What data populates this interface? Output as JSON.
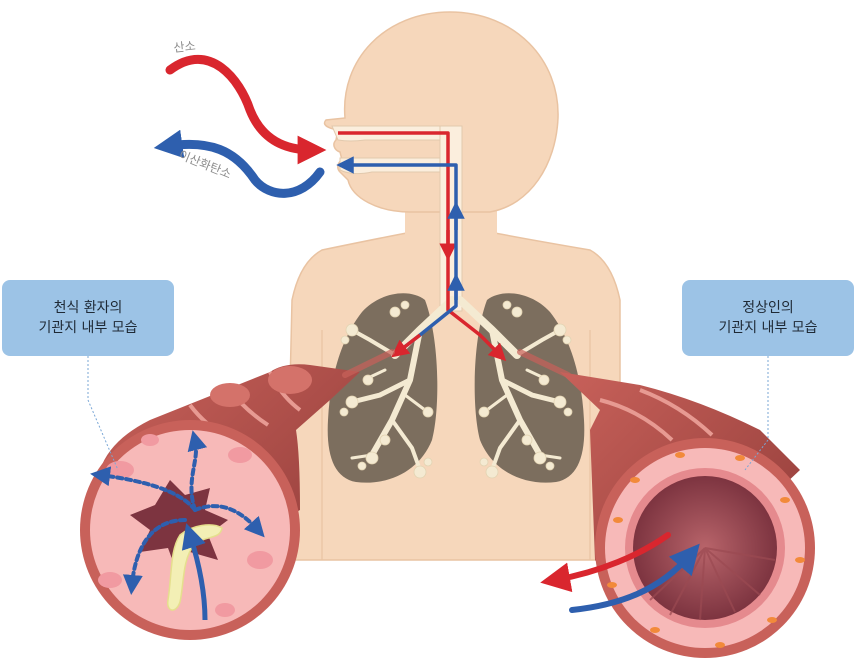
{
  "labels": {
    "oxygen": "산소",
    "carbon_dioxide": "이산화탄소",
    "asthma_line1": "천식 환자의",
    "asthma_line2": "기관지 내부 모습",
    "normal_line1": "정상인의",
    "normal_line2": "기관지 내부 모습"
  },
  "colors": {
    "skin": "#f6d7bb",
    "skin_outline": "#e9c3a2",
    "airway": "#fbeedd",
    "oxygen": "#d9262e",
    "carbon_dioxide": "#2e5fae",
    "lung": "#7c6e5e",
    "bronchi": "#f4ead2",
    "callout": "#9cc3e6",
    "muscle": "#a94a45",
    "lumen": "#7d3440",
    "tissue": "#f7b9b8"
  }
}
